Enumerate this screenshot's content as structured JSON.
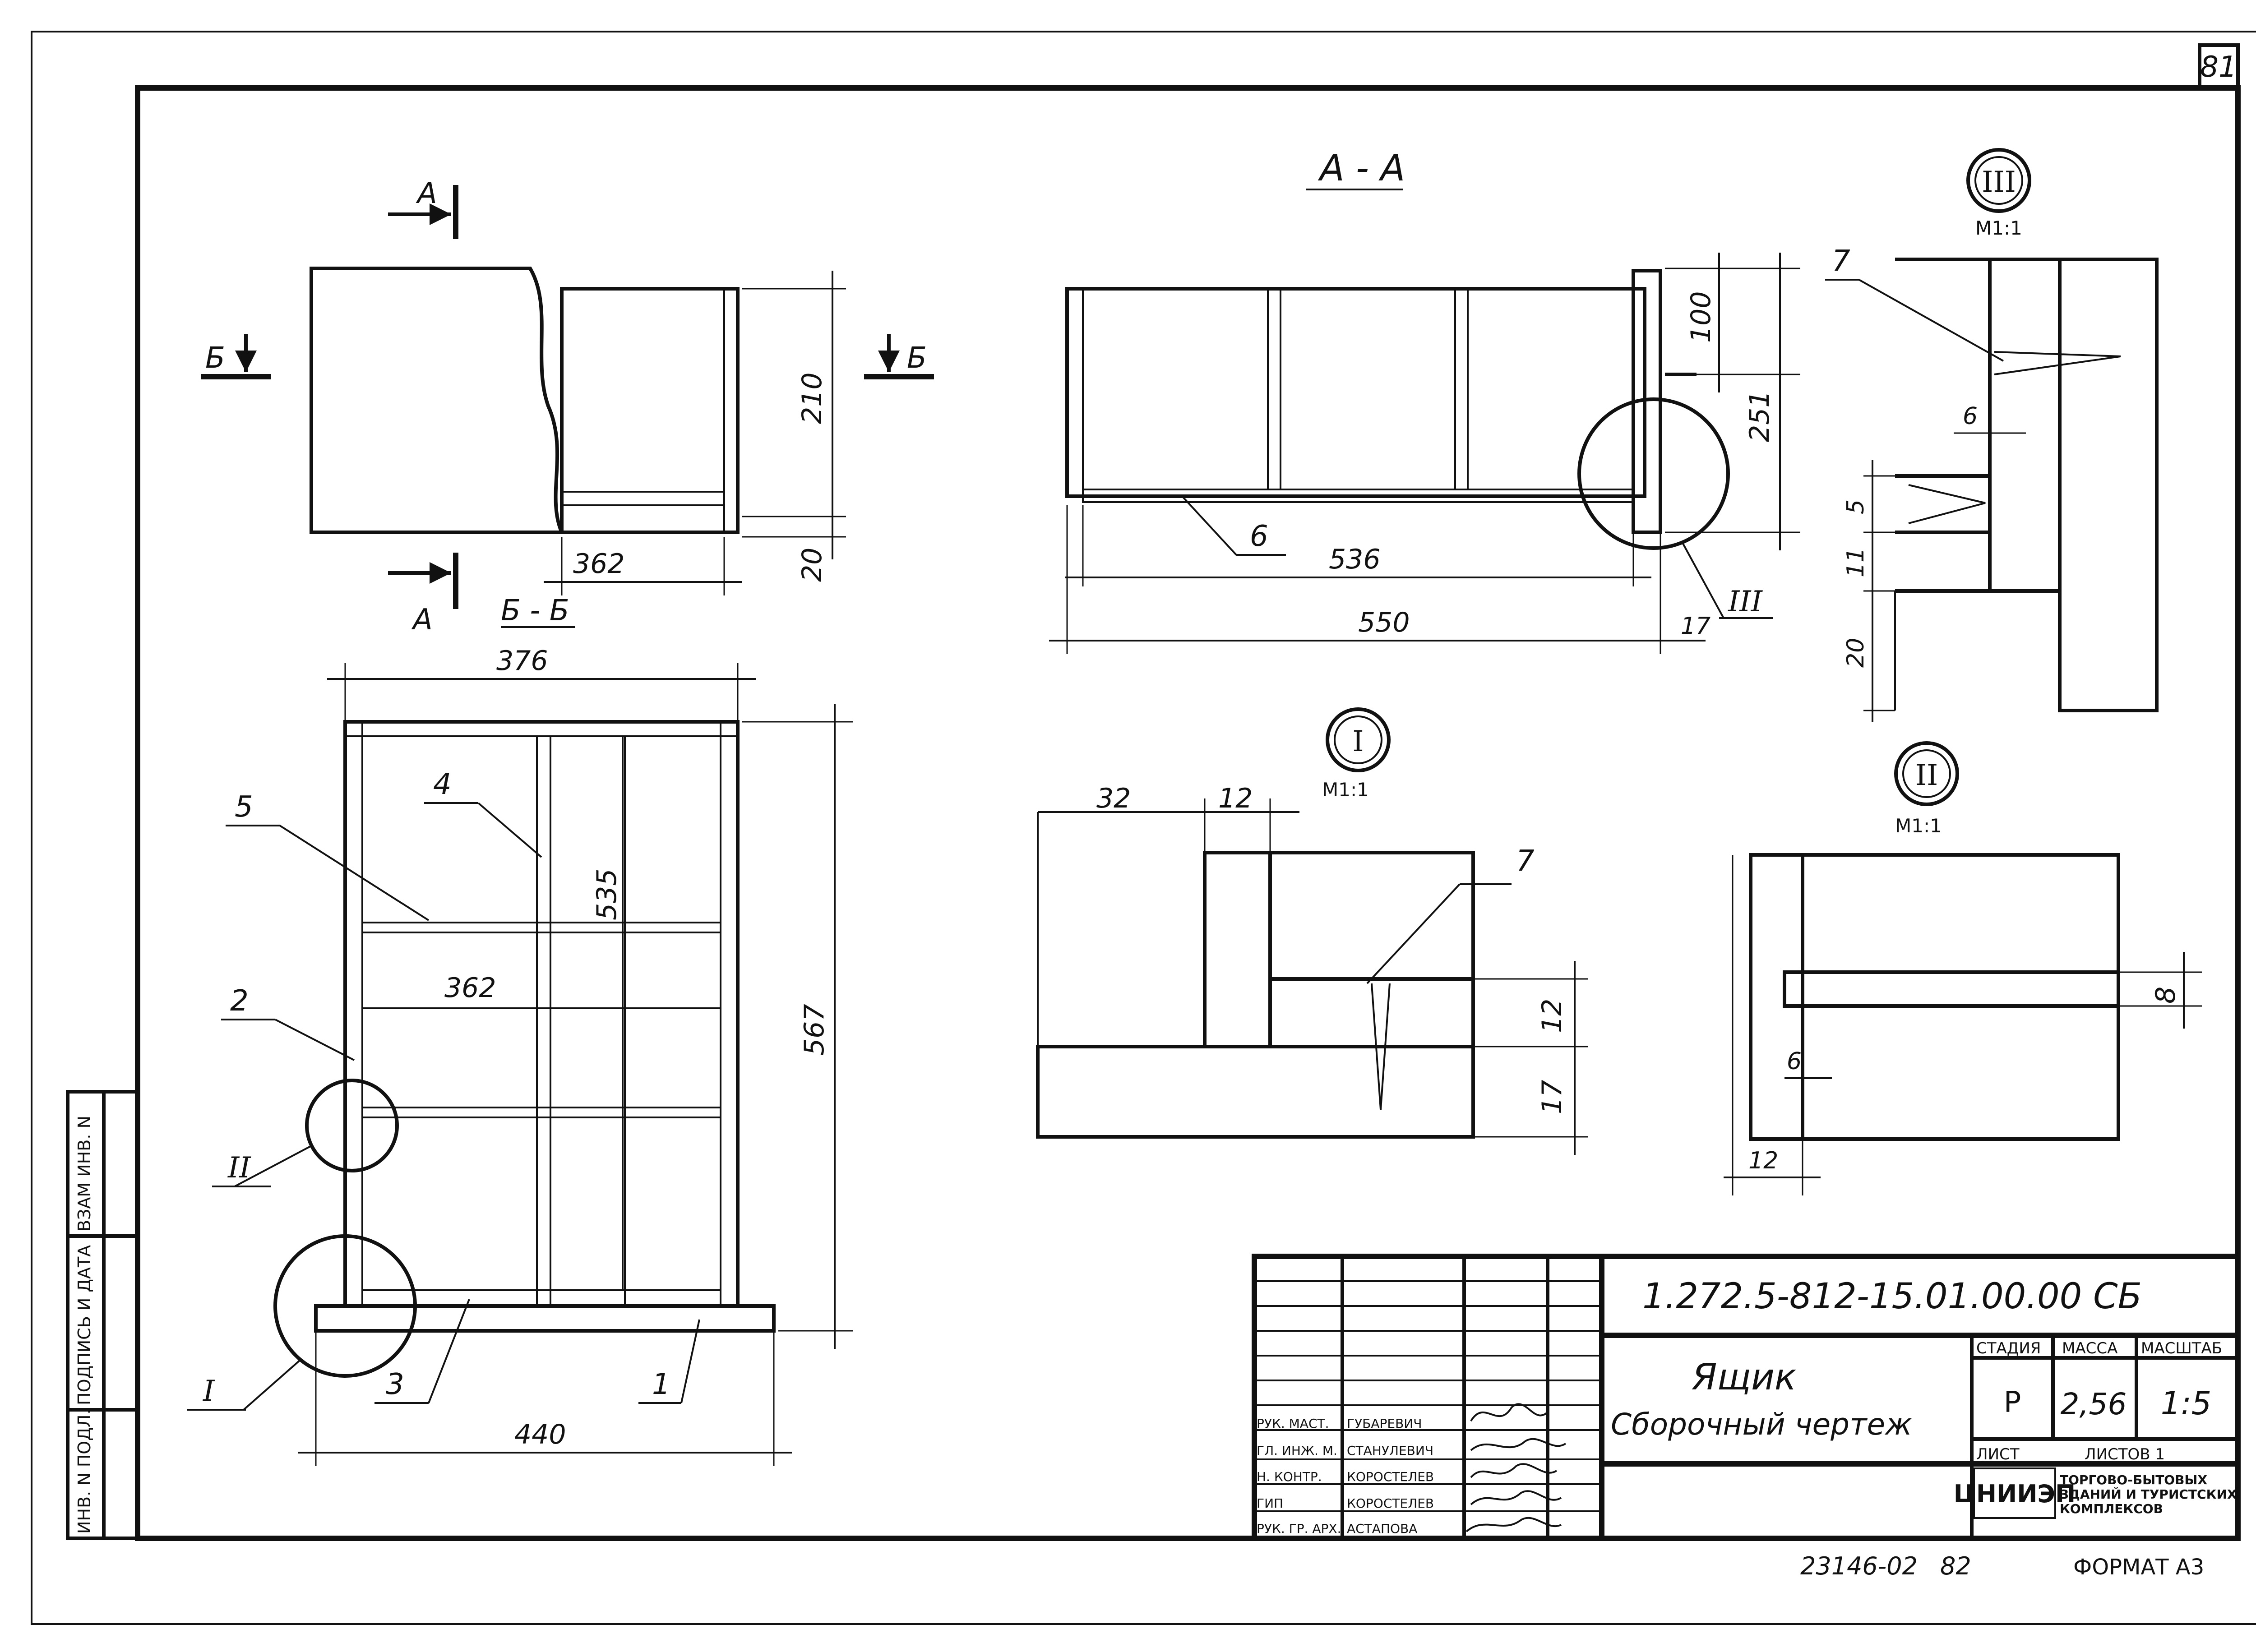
{
  "sheet": {
    "page_number": "81",
    "bottom_code": "23146-02",
    "bottom_page": "82",
    "format": "ФОРМАТ А3"
  },
  "side_stamp": {
    "inv_podl": "ИНВ. N ПОДЛ.",
    "podpis_data": "ПОДПИСЬ И ДАТА",
    "vzam_inv": "ВЗАМ ИНВ. N"
  },
  "views": {
    "plan": {
      "cut_a_top": "А",
      "cut_a_bottom": "А",
      "cut_b_left": "Б",
      "cut_b_right": "Б",
      "dim_height": "210",
      "dim_bottom": "20",
      "dim_width": "362"
    },
    "section_bb": {
      "title": "Б - Б",
      "dim_outer_width": "376",
      "dim_inner_width": "362",
      "dim_inner_height": "535",
      "dim_outer_height": "567",
      "dim_base": "440",
      "callout_1": "1",
      "callout_2": "2",
      "callout_3": "3",
      "callout_4": "4",
      "callout_5": "5",
      "node_I": "I",
      "node_II": "II"
    },
    "section_aa": {
      "title": "А - А",
      "dim_top": "100",
      "dim_height": "251",
      "dim_inner": "536",
      "dim_outer": "550",
      "dim_wall": "17",
      "callout_6": "6",
      "node_III": "III"
    },
    "detail_I": {
      "mark": "I",
      "scale": "М1:1",
      "dim_32": "32",
      "dim_12a": "12",
      "dim_12b": "12",
      "dim_17": "17",
      "callout_7": "7"
    },
    "detail_II": {
      "mark": "II",
      "scale": "М1:1",
      "dim_8": "8",
      "dim_6": "6",
      "dim_12": "12"
    },
    "detail_III": {
      "mark": "III",
      "scale": "М1:1",
      "callout_7": "7",
      "dim_6": "6",
      "dim_5": "5",
      "dim_11": "11",
      "dim_20": "20"
    }
  },
  "title_block": {
    "doc_code": "1.272.5-812-15.01.00.00 СБ",
    "name_line1": "Ящик",
    "name_line2": "Сборочный чертеж",
    "stage_header": "СТАДИЯ",
    "mass_header": "МАССА",
    "scale_header": "МАСШТАБ",
    "stage": "Р",
    "mass": "2,56",
    "scale": "1:5",
    "sheet_label": "ЛИСТ",
    "sheets_label": "ЛИСТОВ 1",
    "org_logo": "ЦНИИЭП",
    "org_line1": "ТОРГОВО-БЫТОВЫХ",
    "org_line2": "ЗДАНИЙ И ТУРИСТСКИХ",
    "org_line3": "КОМПЛЕКСОВ",
    "signatures": [
      {
        "role": "РУК. МАСТ.",
        "name": "ГУБАРЕВИЧ"
      },
      {
        "role": "ГЛ. ИНЖ. М.",
        "name": "СТАНУЛЕВИЧ"
      },
      {
        "role": "Н. КОНТР.",
        "name": "КОРОСТЕЛЕВ"
      },
      {
        "role": "ГИП",
        "name": "КОРОСТЕЛЕВ"
      },
      {
        "role": "РУК. ГР. АРХ.",
        "name": "АСТАПОВА"
      }
    ]
  }
}
